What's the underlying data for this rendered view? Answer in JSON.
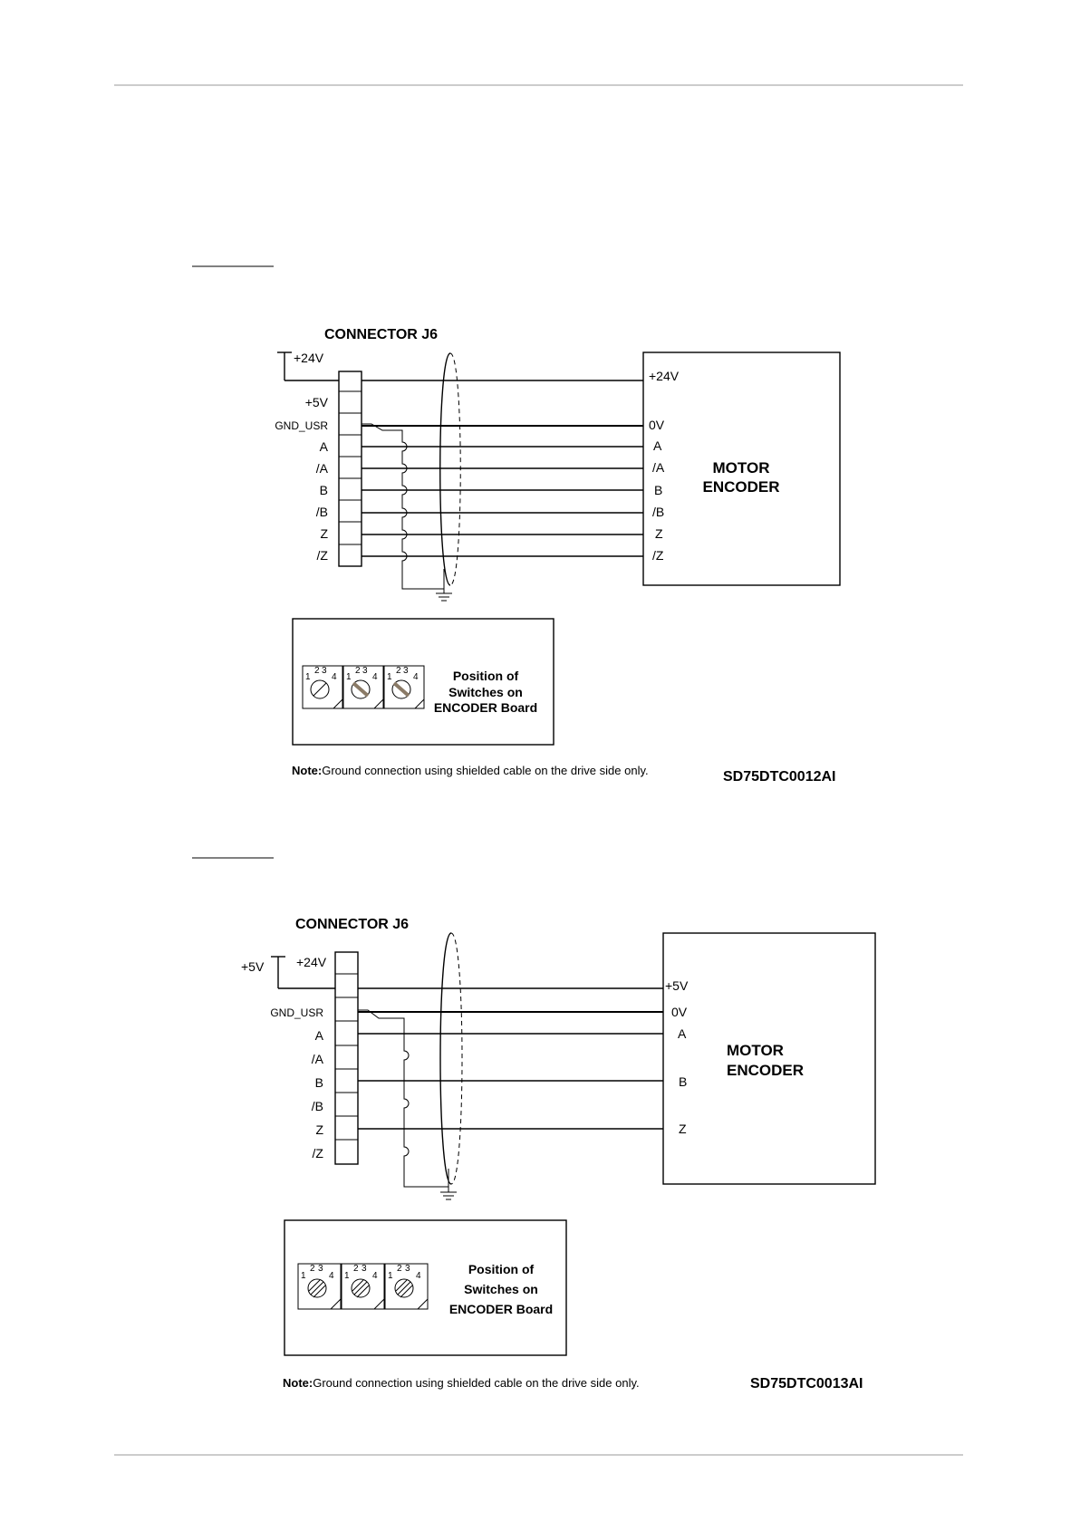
{
  "diagrams": [
    {
      "connector_title": "CONNECTOR J6",
      "supply_pin_label": "+24V",
      "external_supply_label": "",
      "pins": [
        "+5V",
        "GND_USR",
        "A",
        "/A",
        "B",
        "/B",
        "Z",
        "/Z"
      ],
      "encoder_terminals": [
        "+24V",
        "0V",
        "A",
        "/A",
        "B",
        "/B",
        "Z",
        "/Z"
      ],
      "encoder_title_line1": "MOTOR",
      "encoder_title_line2": "ENCODER",
      "switch_box_line1": "Position of",
      "switch_box_line2": "Switches on",
      "switch_box_line3": "ENCODER Board",
      "switch_digits": [
        "1",
        "2",
        "3",
        "4"
      ],
      "note_prefix": "Note:",
      "note_text": "Ground connection using shielded cable on the drive side only.",
      "drawing_code": "SD75DTC0012AI"
    },
    {
      "connector_title": "CONNECTOR J6",
      "supply_pin_label": "+24V",
      "external_supply_label": "+5V",
      "pins": [
        "GND_USR",
        "A",
        "/A",
        "B",
        "/B",
        "Z",
        "/Z"
      ],
      "encoder_terminals": [
        "+5V",
        "0V",
        "A",
        "B",
        "Z"
      ],
      "encoder_title_line1": "MOTOR",
      "encoder_title_line2": "ENCODER",
      "switch_box_line1": "Position of",
      "switch_box_line2": "Switches on",
      "switch_box_line3": "ENCODER Board",
      "switch_digits": [
        "1",
        "2",
        "3",
        "4"
      ],
      "note_prefix": "Note:",
      "note_text": "Ground connection using shielded cable on the drive side only.",
      "drawing_code": "SD75DTC0013AI"
    }
  ]
}
